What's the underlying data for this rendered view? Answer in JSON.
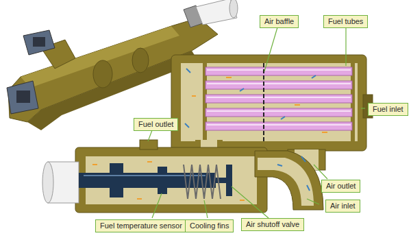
{
  "diagram": {
    "nodes": [
      {
        "text": [
          "Air baffle"
        ]
      },
      {
        "text": [
          "Fuel tubes"
        ]
      },
      {
        "text": [
          "Fuel inlet"
        ]
      },
      {
        "text": [
          "Fuel outlet"
        ]
      },
      {
        "text": [
          "Air outlet"
        ]
      },
      {
        "text": [
          "Air inlet"
        ]
      },
      {
        "text": [
          "Air shutoff valve"
        ]
      },
      {
        "text": [
          "Fuel temperature sensor"
        ]
      },
      {
        "text": [
          "Cooling fins"
        ]
      }
    ]
  }
}
